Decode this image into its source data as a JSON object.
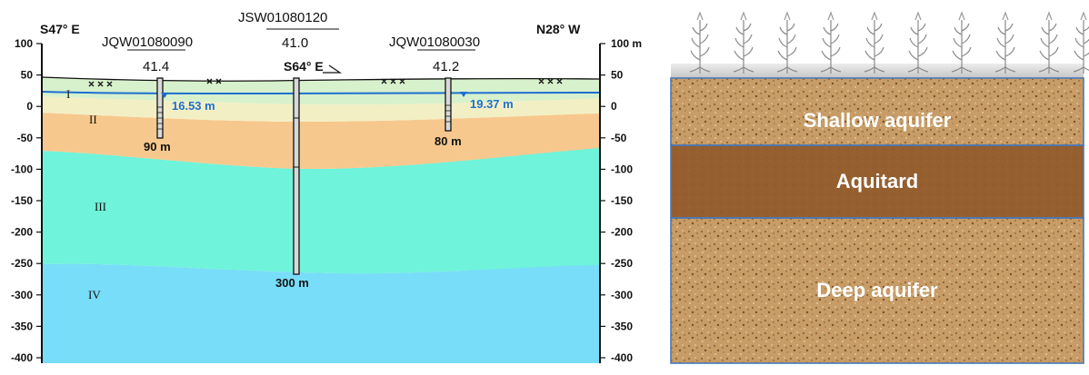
{
  "cross_section": {
    "left_direction": "S47° E",
    "right_direction": "N28° W",
    "mid_direction": "S64° E",
    "left_axis_ticks": [
      "100",
      "50",
      "0",
      "-50",
      "-100",
      "-150",
      "-200",
      "-250",
      "-300",
      "-350",
      "-400"
    ],
    "right_axis_ticks": [
      "100 m",
      "50",
      "0",
      "-50",
      "-100",
      "-150",
      "-200",
      "-250",
      "-300",
      "-350",
      "-400"
    ],
    "layers": [
      "I",
      "II",
      "III",
      "IV"
    ],
    "layer_colors": [
      "#d7f1cc",
      "#f3efc4",
      "#f7c88e",
      "#6ff3da",
      "#78ddf8"
    ],
    "water_table_color": "#1f6fd1",
    "wells": [
      {
        "name": "JQW01080090",
        "elevation": "41.4",
        "depth_label": "90 m",
        "water_level": "16.53 m"
      },
      {
        "name": "JSW01080120",
        "elevation": "41.0",
        "depth_label": "300 m"
      },
      {
        "name": "JQW01080030",
        "elevation": "41.2",
        "depth_label": "80 m",
        "water_level": "19.37 m"
      }
    ]
  },
  "conceptual_model": {
    "icon": "crop-plant-icon",
    "units": [
      {
        "label": "Shallow aquifer",
        "color": "#c69a62"
      },
      {
        "label": "Aquitard",
        "color": "#946030"
      },
      {
        "label": "Deep aquifer",
        "color": "#c69a62"
      }
    ]
  }
}
